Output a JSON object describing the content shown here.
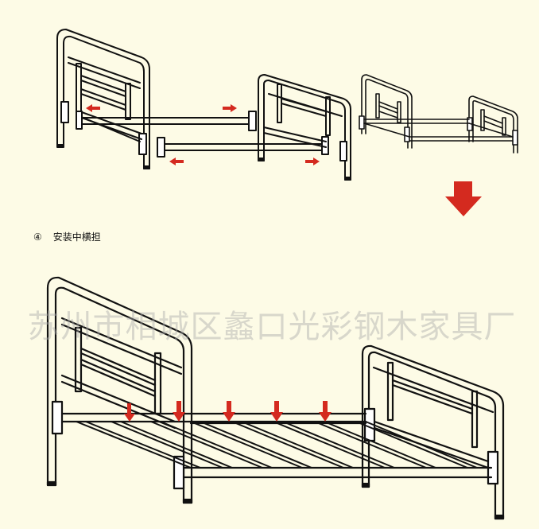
{
  "step": {
    "number": "④",
    "title": "安装中横担"
  },
  "watermark": "苏州市相城区蠡口光彩钢木家具厂",
  "colors": {
    "background": "#fdfbe6",
    "line": "#111111",
    "arrow": "#d42a1f"
  }
}
